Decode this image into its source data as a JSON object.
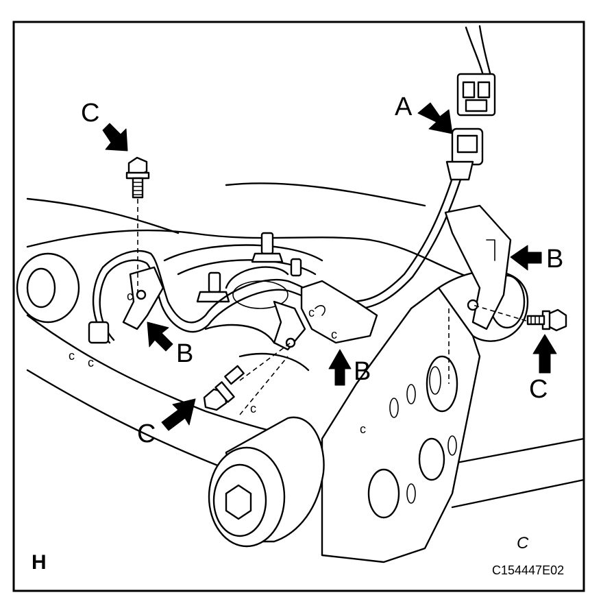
{
  "labels": {
    "a": "A",
    "b": "B",
    "c": "C"
  },
  "corner_letter": "H",
  "figure_code": "C154447E02",
  "stamp_letter": "C"
}
